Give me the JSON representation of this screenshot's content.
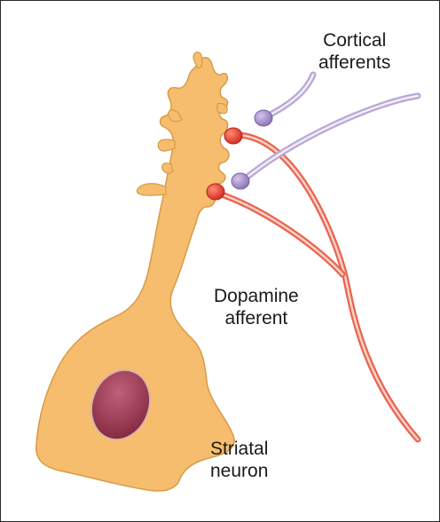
{
  "labels": {
    "cortical": [
      "Cortical",
      "afferents"
    ],
    "dopamine": [
      "Dopamine",
      "afferent"
    ],
    "striatal": [
      "Striatal",
      "neuron"
    ]
  },
  "colors": {
    "neuron_fill": "#f7bd6e",
    "neuron_outline": "#d79a45",
    "nucleus_fill": "#9c3f55",
    "nucleus_outline": "#d9b5a8",
    "dopamine_axon": "#e96450",
    "dopamine_terminal": "#e0352c",
    "cortical_axon": "#b9a8d3",
    "cortical_terminal": "#9b84c2",
    "border": "#2a2a2a"
  }
}
